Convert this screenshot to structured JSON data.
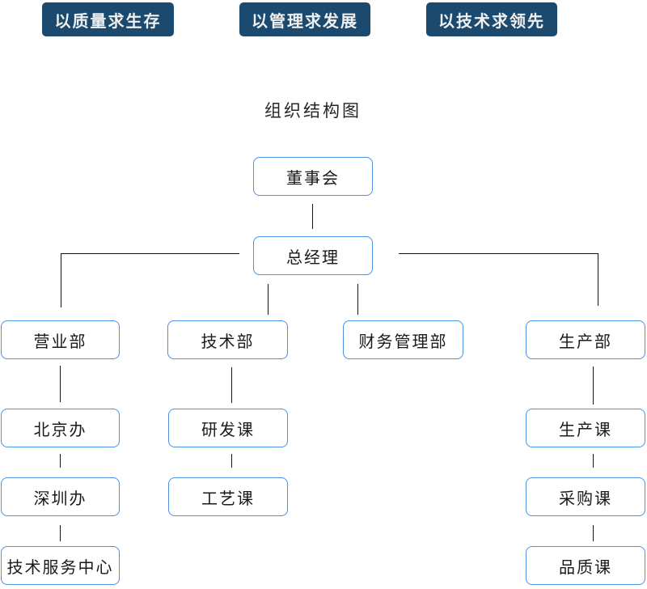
{
  "banners": {
    "quality": "以质量求生存",
    "management": "以管理求发展",
    "technology": "以技术求领先"
  },
  "title": "组织结构图",
  "nodes": {
    "board": "董事会",
    "general_manager": "总经理",
    "sales_dept": "营业部",
    "tech_dept": "技术部",
    "finance_dept": "财务管理部",
    "production_dept": "生产部",
    "beijing_office": "北京办",
    "rd_section": "研发课",
    "production_section": "生产课",
    "shenzhen_office": "深圳办",
    "process_section": "工艺课",
    "purchasing_section": "采购课",
    "tech_service_center": "技术服务中心",
    "quality_section": "品质课"
  },
  "hierarchy": {
    "董事会": [
      "总经理"
    ],
    "总经理": [
      "营业部",
      "技术部",
      "财务管理部",
      "生产部"
    ],
    "营业部": [
      "北京办",
      "深圳办",
      "技术服务中心"
    ],
    "技术部": [
      "研发课",
      "工艺课"
    ],
    "财务管理部": [],
    "生产部": [
      "生产课",
      "采购课",
      "品质课"
    ]
  },
  "colors": {
    "banner_bg": "#1b4a6e",
    "banner_text": "#f0f0f0",
    "node_border": "#4a90e2",
    "connector": "#141414"
  }
}
